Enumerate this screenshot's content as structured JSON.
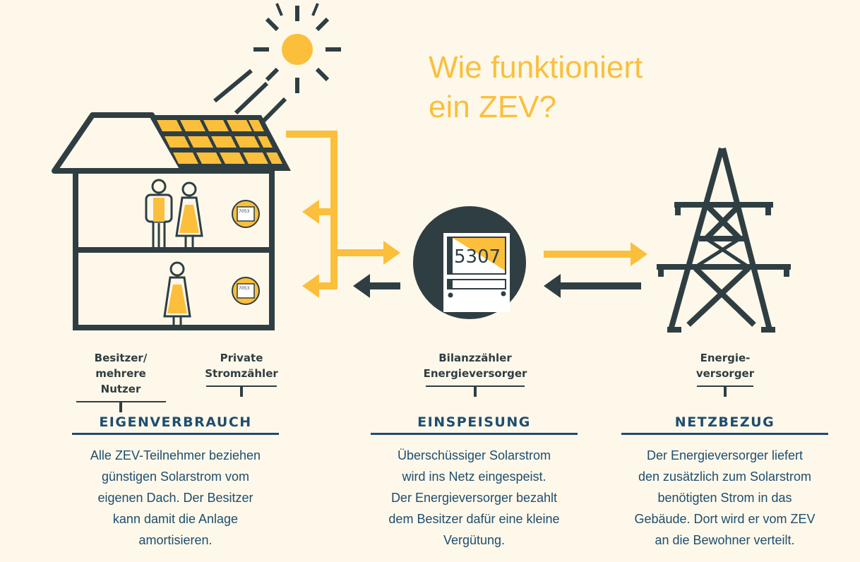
{
  "title": {
    "line1": "Wie funktioniert",
    "line2": "ein ZEV?"
  },
  "colors": {
    "background": "#fdf8ea",
    "yellow": "#fbbf3c",
    "dark": "#2f3e42",
    "blue": "#1f4d6e"
  },
  "meter": {
    "display": "5307"
  },
  "private_meter": {
    "display": "7053"
  },
  "labels": {
    "owner": {
      "line1": "Besitzer/",
      "line2": "mehrere Nutzer"
    },
    "private_meters": {
      "line1": "Private",
      "line2": "Stromzähler"
    },
    "balance_meter": {
      "line1": "Bilanzzähler",
      "line2": "Energieversorger"
    },
    "supplier": {
      "line1": "Energie-",
      "line2": "versorger"
    }
  },
  "sections": [
    {
      "heading": "EIGENVERBRAUCH",
      "lines": [
        "Alle ZEV-Teilnehmer beziehen",
        "günstigen Solarstrom vom",
        "eigenen Dach. Der Besitzer",
        "kann damit die Anlage",
        "amortisieren."
      ]
    },
    {
      "heading": "EINSPEISUNG",
      "lines": [
        "Überschüssiger Solarstrom",
        "wird ins Netz eingespeist.",
        "Der Energieversorger bezahlt",
        "dem Besitzer dafür eine kleine",
        "Vergütung."
      ]
    },
    {
      "heading": "NETZBEZUG",
      "lines": [
        "Der Energieversorger liefert",
        "den zusätzlich zum Solarstrom",
        "benötigten Strom in das",
        "Gebäude. Dort wird er vom ZEV",
        "an die Bewohner verteilt."
      ]
    }
  ]
}
